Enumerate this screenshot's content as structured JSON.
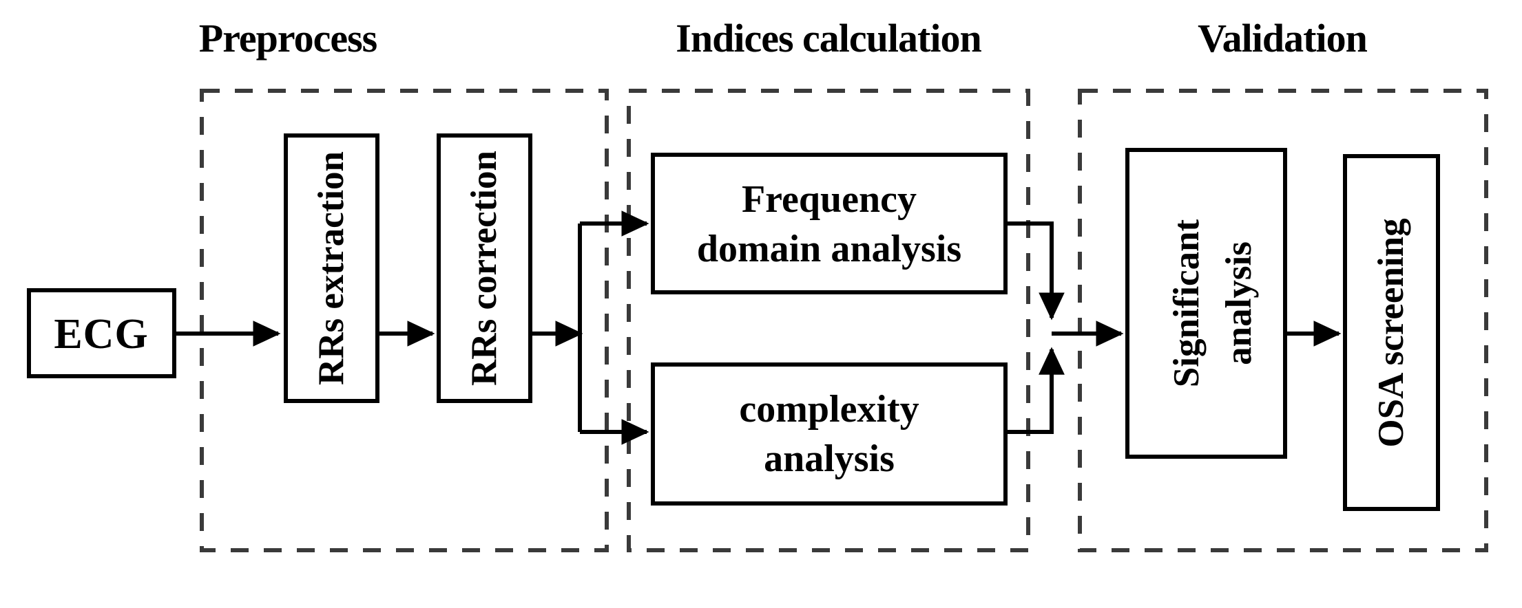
{
  "diagram": {
    "title_row": {
      "groups": [
        {
          "id": "preprocess",
          "label": "Preprocess"
        },
        {
          "id": "indices",
          "label": "Indices calculation"
        },
        {
          "id": "validation",
          "label": "Validation"
        }
      ]
    },
    "nodes": [
      {
        "id": "ecg",
        "label": "ECG",
        "orientation": "horizontal"
      },
      {
        "id": "rrs-extraction",
        "label": "RRs extraction",
        "orientation": "vertical"
      },
      {
        "id": "rrs-correction",
        "label": "RRs correction",
        "orientation": "vertical"
      },
      {
        "id": "frequency",
        "label_line1": "Frequency",
        "label_line2": "domain analysis",
        "orientation": "horizontal"
      },
      {
        "id": "complexity",
        "label_line1": "complexity",
        "label_line2": "analysis",
        "orientation": "horizontal"
      },
      {
        "id": "significant",
        "label_line1": "Significant",
        "label_line2": "analysis",
        "orientation": "vertical"
      },
      {
        "id": "osa",
        "label": "OSA screening",
        "orientation": "vertical"
      }
    ],
    "colors": {
      "stroke": "#000000",
      "group_stroke": "#3a3a3a",
      "background": "#ffffff"
    },
    "edges": [
      {
        "from": "ecg",
        "to": "rrs-extraction"
      },
      {
        "from": "rrs-extraction",
        "to": "rrs-correction"
      },
      {
        "from": "rrs-correction",
        "to": "frequency"
      },
      {
        "from": "rrs-correction",
        "to": "complexity"
      },
      {
        "from": "frequency",
        "to": "significant"
      },
      {
        "from": "complexity",
        "to": "significant"
      },
      {
        "from": "significant",
        "to": "osa"
      }
    ]
  }
}
